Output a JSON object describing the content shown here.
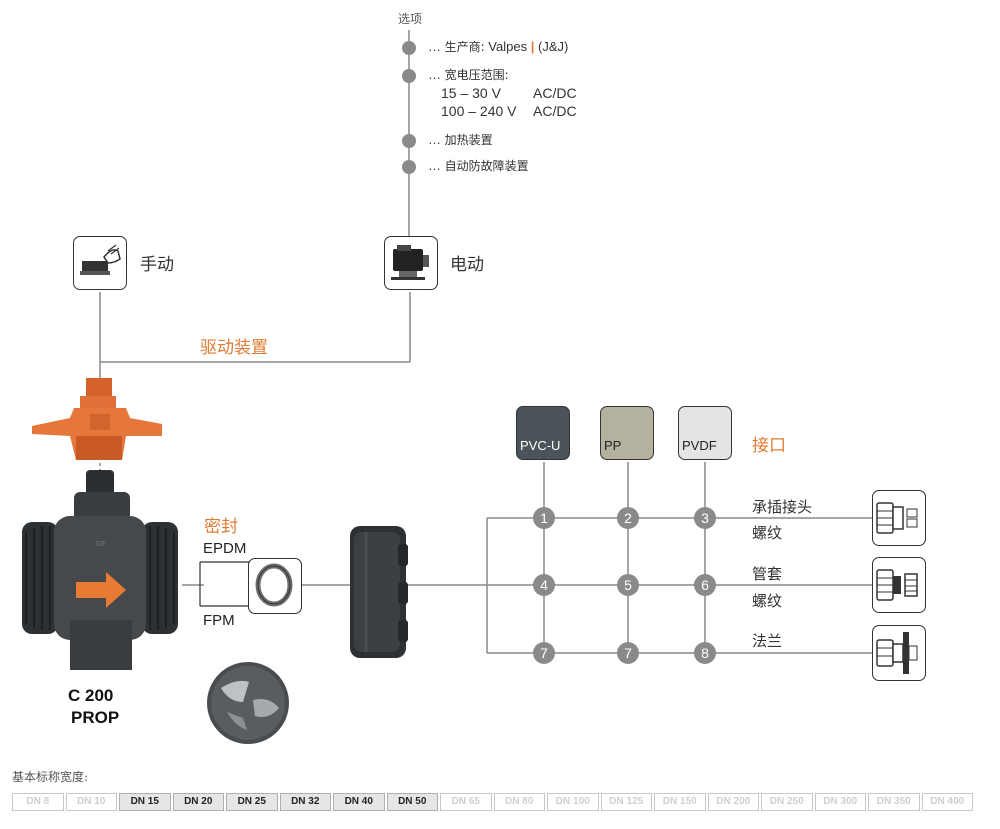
{
  "options": {
    "title": "选项",
    "items": [
      {
        "prefix": "…",
        "text": "生产商:",
        "value": "Valpes",
        "suffix": "(J&J)"
      },
      {
        "prefix": "…",
        "text": "宽电压范围:"
      },
      {
        "prefix": "…",
        "text": "加热装置"
      },
      {
        "prefix": "…",
        "text": "自动防故障装置"
      }
    ],
    "voltage_lines": [
      {
        "range": "15 – 30 V",
        "type": "AC/DC"
      },
      {
        "range": "100 – 240 V",
        "type": "AC/DC"
      }
    ]
  },
  "actuation": {
    "manual_label": "手动",
    "electric_label": "电动",
    "group_label": "驱动装置"
  },
  "valve": {
    "model_line1": "C 200",
    "model_line2": "PROP"
  },
  "seal": {
    "title": "密封",
    "options": [
      "EPDM",
      "FPM"
    ]
  },
  "materials": {
    "title": "接口",
    "items": [
      {
        "label": "PVC-U",
        "color": "#4a5459",
        "text_color": "#ffffff"
      },
      {
        "label": "PP",
        "color": "#b5b19f",
        "text_color": "#222222"
      },
      {
        "label": "PVDF",
        "color": "#e2e4e6",
        "text_color": "#222222"
      }
    ]
  },
  "connections": {
    "rows": [
      {
        "nodes": [
          "1",
          "2",
          "3"
        ],
        "label_lines": [
          "承插接头",
          "螺纹"
        ]
      },
      {
        "nodes": [
          "4",
          "5",
          "6"
        ],
        "label_lines": [
          "管套",
          "螺纹"
        ]
      },
      {
        "nodes": [
          "7",
          "7",
          "8"
        ],
        "label_lines": [
          "法兰"
        ]
      }
    ]
  },
  "dn": {
    "caption": "基本标称宽度:",
    "sizes": [
      "DN 8",
      "DN 10",
      "DN 15",
      "DN 20",
      "DN 25",
      "DN 32",
      "DN 40",
      "DN 50",
      "DN 65",
      "DN 80",
      "DN 100",
      "DN 125",
      "DN 150",
      "DN 200",
      "DN 250",
      "DN 300",
      "DN 350",
      "DN 400"
    ],
    "active": [
      "DN 15",
      "DN 20",
      "DN 25",
      "DN 32",
      "DN 40",
      "DN 50"
    ]
  },
  "colors": {
    "accent": "#e07b33",
    "line": "#888888",
    "node": "#8a8a8a",
    "body": "#3c3f42"
  }
}
